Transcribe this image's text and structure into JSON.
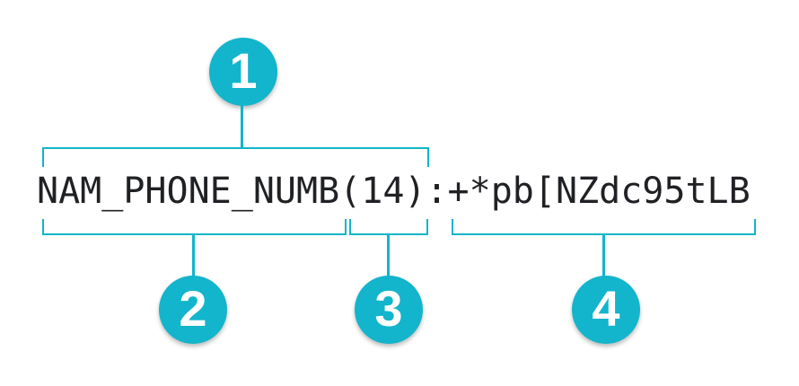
{
  "figure": {
    "type": "annotated-string-diagram",
    "code": "NAM_PHONE_NUMB(14):+*pb[NZdc95tLB",
    "separator": ":",
    "callouts": [
      {
        "label": "1",
        "covers": "NAM_PHONE_NUMB(14)"
      },
      {
        "label": "2",
        "covers": "NAM_PHONE_NUMB"
      },
      {
        "label": "3",
        "covers": "(14)"
      },
      {
        "label": "4",
        "covers": "+*pb[NZdc95tLB"
      }
    ],
    "colors": {
      "accent": "#12b5cb",
      "code_text": "#202124",
      "callout_number": "#ffffff",
      "background": "#ffffff"
    }
  }
}
